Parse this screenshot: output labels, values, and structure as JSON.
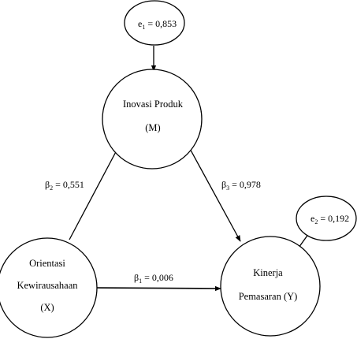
{
  "nodes": {
    "x": {
      "line1": "Orientasi",
      "line2": "Kewirausahaan",
      "line3": "(X)"
    },
    "m": {
      "line1": "Inovasi Produk",
      "line2": "(M)"
    },
    "y": {
      "line1": "Kinerja",
      "line2": "Pemasaran (Y)"
    }
  },
  "errors": {
    "e1": {
      "symbol": "e",
      "sub": "1",
      "value": " = 0,853"
    },
    "e2": {
      "symbol": "e",
      "sub": "2",
      "value": " = 0,192"
    }
  },
  "paths": {
    "b1": {
      "symbol": "β",
      "sub": "1",
      "value": " = 0,006"
    },
    "b2": {
      "symbol": "β",
      "sub": "2",
      "value": " = 0,551"
    },
    "b3": {
      "symbol": "β",
      "sub": "3",
      "value": " = 0,978"
    }
  }
}
